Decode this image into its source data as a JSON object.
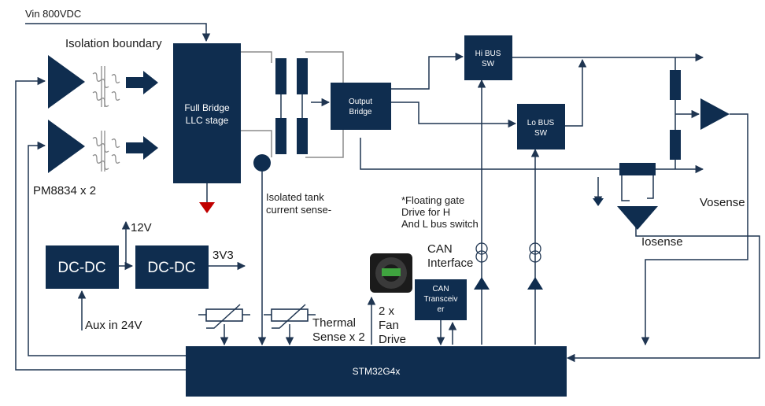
{
  "labels": {
    "vin": "Vin 800VDC",
    "isolation": "Isolation boundary",
    "gate_driver": "PM8834 x 2",
    "bridge_line1": "Full Bridge",
    "bridge_line2": "LLC stage",
    "tank_sense_line1": "Isolated tank",
    "tank_sense_line2": "current sense-",
    "output_bridge_line1": "Output",
    "output_bridge_line2": "Bridge",
    "hi_bus_line1": "Hi BUS",
    "hi_bus_line2": "SW",
    "lo_bus_line1": "Lo BUS",
    "lo_bus_line2": "SW",
    "floating_line1": "*Floating gate",
    "floating_line2": "Drive for H",
    "floating_line3": "And L bus switch",
    "vosense": "Vosense",
    "iosense": "Iosense",
    "v12": "12V",
    "v3v3": "3V3",
    "dcdc1": "DC-DC",
    "dcdc2": "DC-DC",
    "aux": "Aux in 24V",
    "can_if_line1": "CAN",
    "can_if_line2": "Interface",
    "can_tx_line1": "CAN",
    "can_tx_line2": "Transceiv",
    "can_tx_line3": "er",
    "fan_line1": "2 x",
    "fan_line2": "Fan",
    "fan_line3": "Drive",
    "thermal_line1": "Thermal",
    "thermal_line2": "Sense x 2",
    "mcu": "STM32G4x"
  },
  "colors": {
    "block": "#0f2d4f",
    "wire": "#1f3551",
    "fault_marker": "#c00000",
    "fan_body": "#1b1b1b",
    "fan_label": "#3fa33f"
  }
}
